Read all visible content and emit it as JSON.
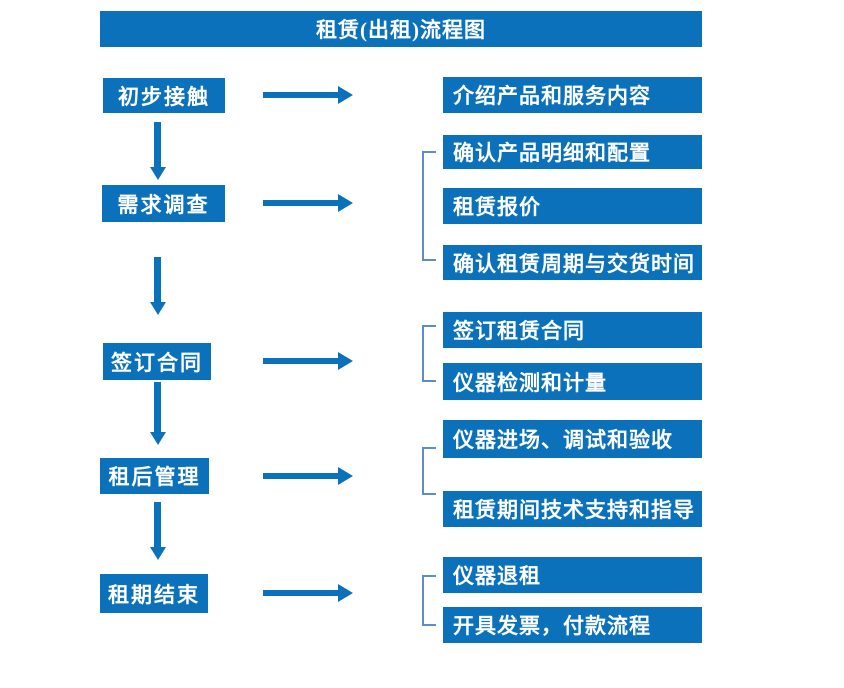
{
  "title": "租赁(出租)流程图",
  "colors": {
    "box_blue": "#0C71BB",
    "bracket_blue": "#5B8DC8",
    "text_white": "#FFFFFF",
    "background": "#FFFFFF"
  },
  "steps": [
    {
      "label": "初步接触",
      "details": [
        "介绍产品和服务内容"
      ]
    },
    {
      "label": "需求调查",
      "details": [
        "确认产品明细和配置",
        "租赁报价",
        "确认租赁周期与交货时间"
      ]
    },
    {
      "label": "签订合同",
      "details": [
        "签订租赁合同",
        "仪器检测和计量"
      ]
    },
    {
      "label": "租后管理",
      "details": [
        "仪器进场、调试和验收",
        "租赁期间技术支持和指导"
      ]
    },
    {
      "label": "租期结束",
      "details": [
        "仪器退租",
        "开具发票，付款流程"
      ]
    }
  ]
}
